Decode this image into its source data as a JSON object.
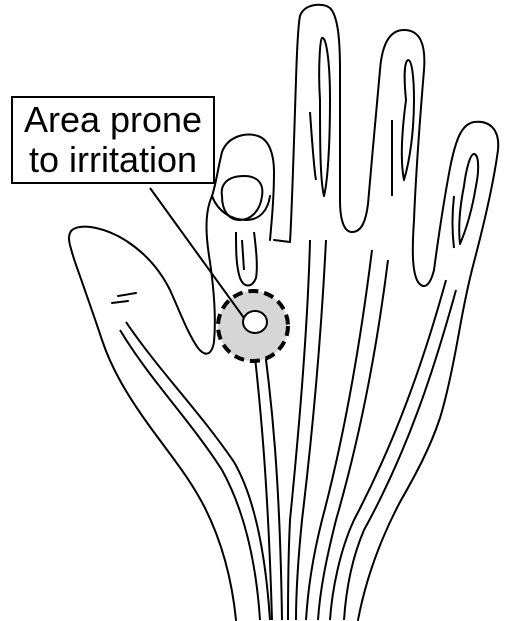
{
  "diagram": {
    "callout": {
      "line1": "Area prone",
      "line2": "to irritation"
    },
    "highlight": {
      "fill_color": "#d6d6d6",
      "border_color": "#000000",
      "border_style": "dashed"
    },
    "stroke_color": "#000000",
    "background_color": "#ffffff"
  }
}
